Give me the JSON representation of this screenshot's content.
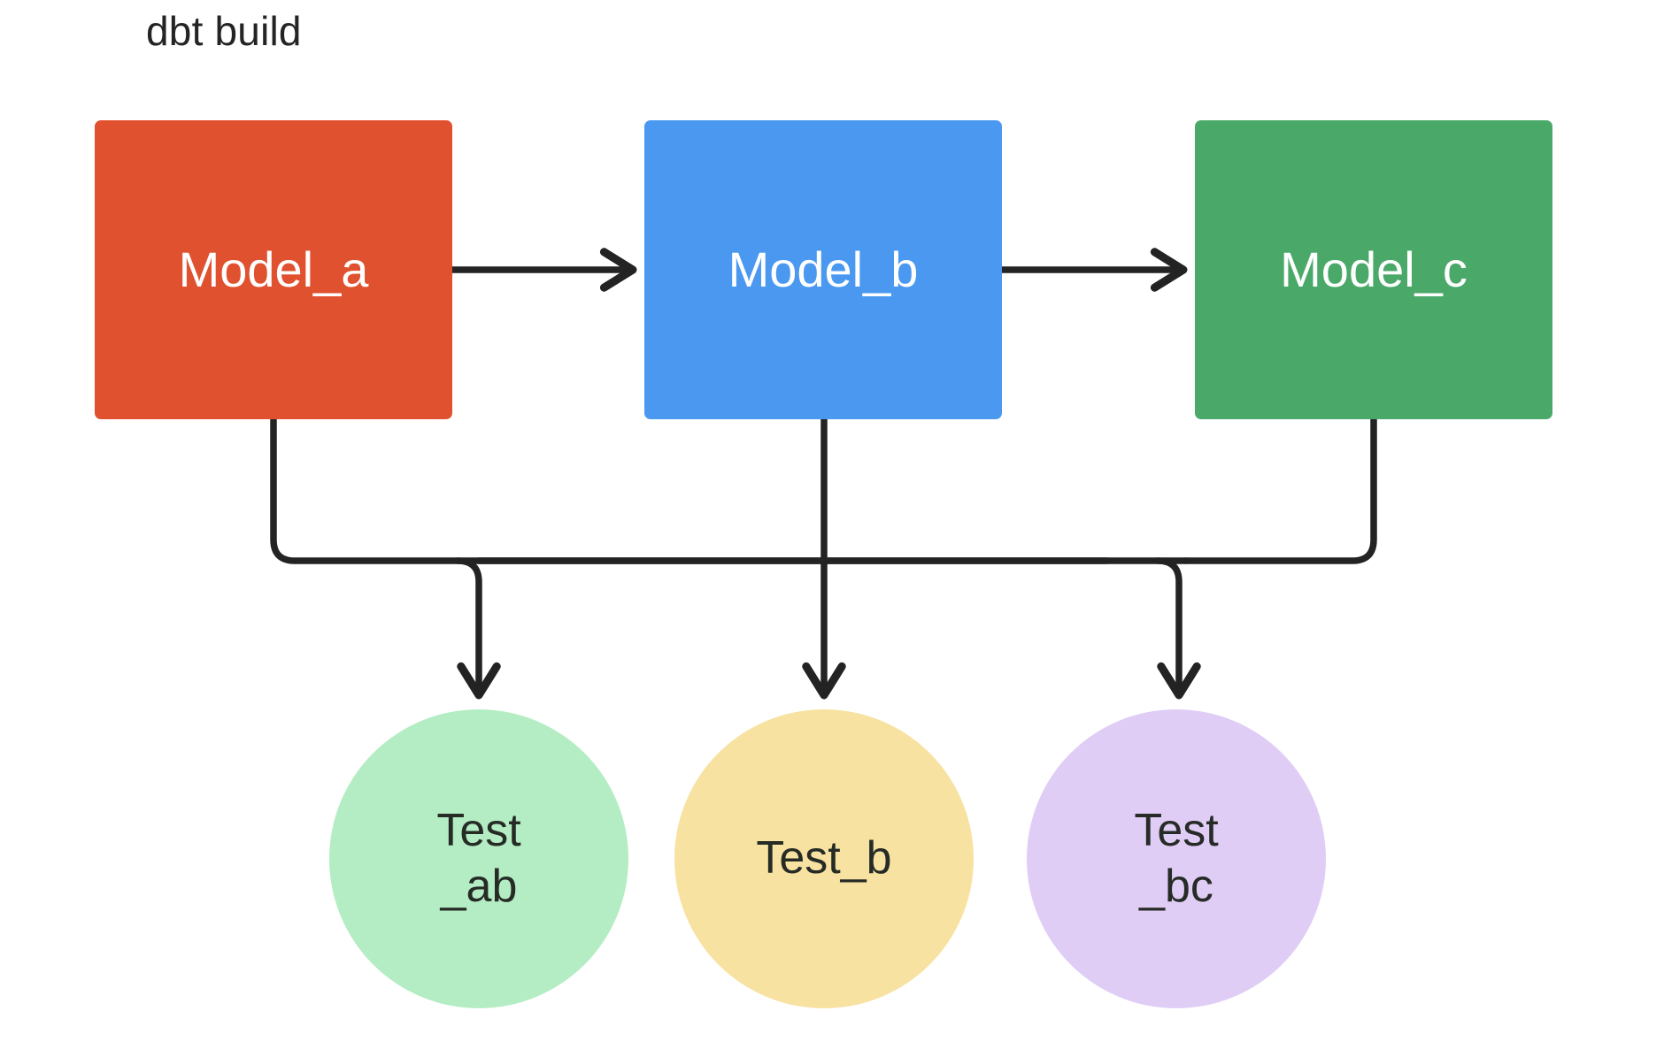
{
  "diagram": {
    "title": "dbt build",
    "type": "dag",
    "background": "#ffffff",
    "edge_color": "#232323",
    "nodes": [
      {
        "id": "model_a",
        "label": "Model_a",
        "shape": "rect",
        "color": "#e0512f",
        "text_color": "#ffffff"
      },
      {
        "id": "model_b",
        "label": "Model_b",
        "shape": "rect",
        "color": "#4a98f0",
        "text_color": "#ffffff"
      },
      {
        "id": "model_c",
        "label": "Model_c",
        "shape": "rect",
        "color": "#4aa969",
        "text_color": "#ffffff"
      },
      {
        "id": "test_ab",
        "label": "Test\n_ab",
        "shape": "circle",
        "color": "#b4edc3",
        "text_color": "#262b26"
      },
      {
        "id": "test_b",
        "label": "Test_b",
        "shape": "circle",
        "color": "#f8e2a1",
        "text_color": "#262b26"
      },
      {
        "id": "test_bc",
        "label": "Test\n_bc",
        "shape": "circle",
        "color": "#dfcdf6",
        "text_color": "#262b26"
      }
    ],
    "edges": [
      {
        "from": "model_a",
        "to": "model_b",
        "style": "straight-arrow"
      },
      {
        "from": "model_b",
        "to": "model_c",
        "style": "straight-arrow"
      },
      {
        "from": "model_a",
        "to": "test_ab",
        "style": "orthogonal-arrow"
      },
      {
        "from": "model_b",
        "to": "test_ab",
        "style": "orthogonal-arrow"
      },
      {
        "from": "model_b",
        "to": "test_b",
        "style": "orthogonal-arrow"
      },
      {
        "from": "model_b",
        "to": "test_bc",
        "style": "orthogonal-arrow"
      },
      {
        "from": "model_c",
        "to": "test_bc",
        "style": "orthogonal-arrow"
      }
    ]
  }
}
